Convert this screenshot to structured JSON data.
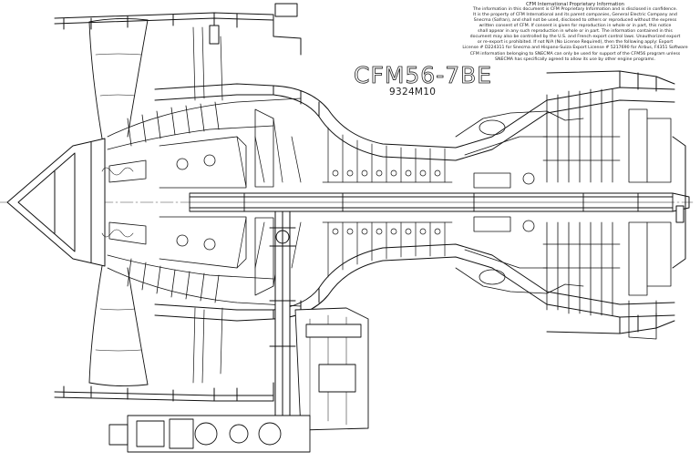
{
  "drawing": {
    "title": "CFM56-7BE",
    "part_number": "9324M10"
  },
  "notice": {
    "header": "CFM International Proprietary Information",
    "lines": [
      "The information in this document is CFM Proprietary Information and is disclosed in confidence.",
      "It is the property of CFM International and its parent companies, General Electric Company and",
      "Snecma (Safran), and shall not be used, disclosed to others or reproduced without the express",
      "written consent of CFM. If consent is given for reproduction in whole or in part, this notice",
      "shall appear in any such reproduction in whole or in part. The information contained in this",
      "document may also be controlled by the U.S. and French export control laws. Unauthorized export",
      "or re-export is prohibited. If not N/A (No License Required), then the following apply: Export",
      "License # D224311 for Snecma and Hispano-Suiza Export License # 5217690 for Airbus, F4351 Software"
    ],
    "footer_lines": [
      "CFM information belonging to SNECMA can only be used for support of the CFM56 program unless",
      "SNECMA has specifically agreed to allow its use by other engine programs."
    ]
  }
}
